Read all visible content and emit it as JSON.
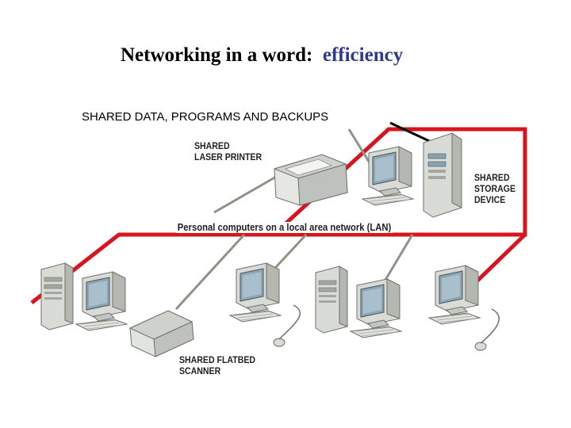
{
  "title": {
    "prefix": "Networking in a word:",
    "accent": "efficiency"
  },
  "shared_data_label": "SHARED DATA, PROGRAMS AND BACKUPS",
  "labels": {
    "printer_line1": "SHARED",
    "printer_line2": "LASER PRINTER",
    "storage_line1": "SHARED",
    "storage_line2": "STORAGE",
    "storage_line3": "DEVICE",
    "lan": "Personal computers on a local area network (LAN)",
    "scanner_line1": "SHARED FLATBED",
    "scanner_line2": "SCANNER"
  },
  "colors": {
    "network_cable": "#d8141e",
    "device_cable": "#8c9488",
    "accent_text": "#2e3a8c"
  }
}
